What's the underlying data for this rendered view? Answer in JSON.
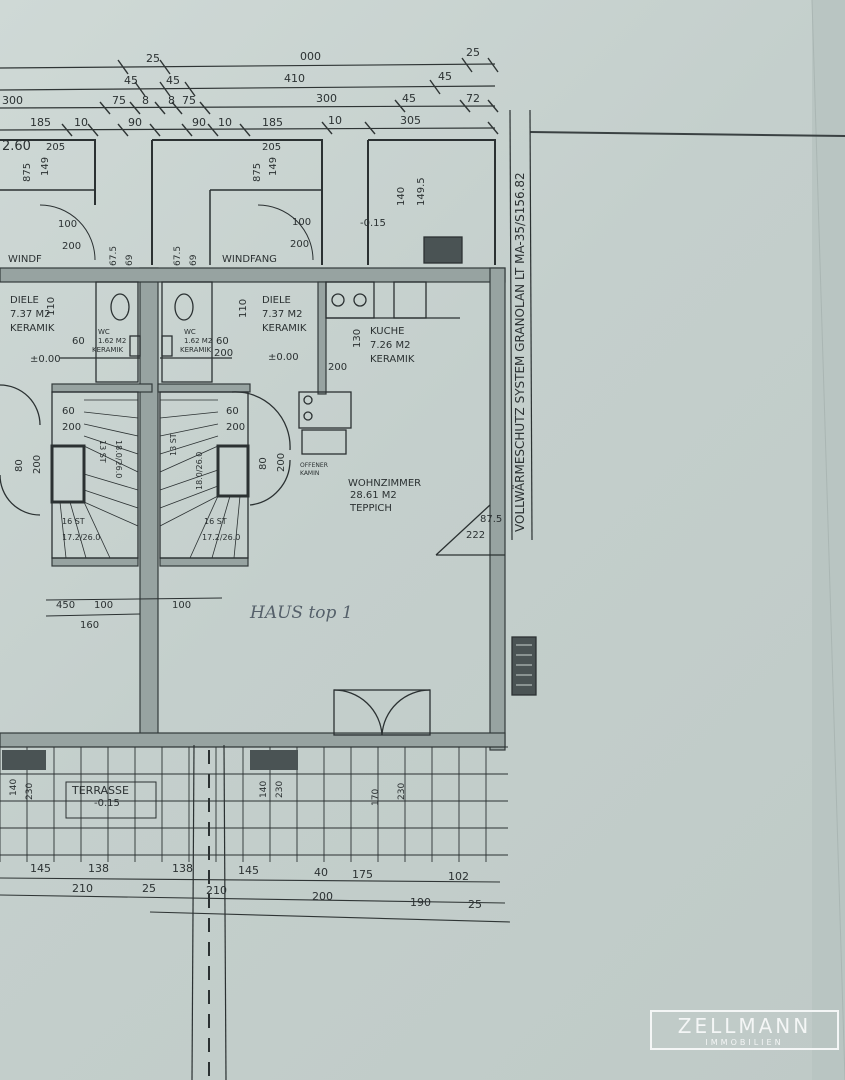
{
  "plan": {
    "top_dims_row1": [
      "25",
      "000",
      "25"
    ],
    "top_dims_row2": [
      "45",
      "45",
      "410",
      "45"
    ],
    "top_dims_row3": [
      "300",
      "75",
      "8",
      "8",
      "75",
      "300",
      "45",
      "72"
    ],
    "top_dims_row4": [
      "185",
      "10",
      "90",
      "90",
      "10",
      "185",
      "10",
      "305"
    ],
    "left_unit": {
      "area": "2.60",
      "w": "205",
      "h1": "875",
      "h2": "149"
    },
    "right_unit": {
      "w": "205",
      "h1": "875",
      "h2": "149"
    },
    "small_dims": {
      "d100a": "100",
      "d200a": "200",
      "d100b": "100",
      "d200b": "200",
      "d140": "140",
      "d149": "149.5",
      "dm015": "-0.15",
      "d675a": "67.5",
      "d69a": "69",
      "d675b": "67.5",
      "d69b": "69"
    },
    "rooms": {
      "windfang_left": "WINDF",
      "windfang_right": "WINDFANG",
      "diele_left": {
        "name": "DIELE",
        "area": "7.37 M2",
        "floor": "KERAMIK"
      },
      "diele_right": {
        "name": "DIELE",
        "area": "7.37 M2",
        "floor": "KERAMIK"
      },
      "wc_left": {
        "name": "WC",
        "area": "1.62 M2",
        "floor": "KERAMIK"
      },
      "wc_right": {
        "name": "WC",
        "area": "1.62 M2",
        "floor": "KERAMIK"
      },
      "kueche": {
        "name": "KUCHE",
        "area": "7.26 M2",
        "floor": "KERAMIK"
      },
      "wohnzimmer": {
        "name": "WOHNZIMMER",
        "area": "28.61 M2",
        "floor": "TEPPICH"
      },
      "offener_kamin": [
        "OFFENER",
        "KAMIN"
      ],
      "terrasse": {
        "name": "TERRASSE",
        "level": "-0.15"
      }
    },
    "level_marks": [
      "±0.00",
      "±0.00"
    ],
    "stairs": {
      "left_upper": "13 ST",
      "left_upper_dim": "18.0/26.0",
      "left_lower": "16 ST",
      "left_lower_dim": "17.2/26.0",
      "right_upper": "13 ST",
      "right_upper_dim": "18.0/26.0",
      "right_lower": "16 ST",
      "right_lower_dim": "17.2/26.0"
    },
    "misc_dims": {
      "d60a": "60",
      "d60b": "60",
      "d60c": "60",
      "d60d": "60",
      "d200c": "200",
      "d200d": "200",
      "d200e": "200",
      "d110a": "110",
      "d110b": "110",
      "d130": "130",
      "d200k": "200",
      "d80a": "80",
      "d80b": "80",
      "d200f": "200",
      "d200g": "200",
      "d875": "87.5",
      "d222": "222"
    },
    "mid_dims": [
      "450",
      "100",
      "100",
      "160"
    ],
    "handwriting": "HAUS top 1",
    "terrace_dims": {
      "a140": "140",
      "a230": "230",
      "b140": "140",
      "b230": "230",
      "c170": "170",
      "c230": "230"
    },
    "bottom_dims_row1": [
      "145",
      "138",
      "138",
      "145",
      "40",
      "175",
      "102"
    ],
    "bottom_dims_row2": [
      "210",
      "25",
      "210",
      "200",
      "190",
      "25"
    ],
    "vertical_label": "VOLLWÄRMESCHUTZ SYSTEM GRANOLAN LT MA-35/S156.82"
  },
  "logo": {
    "name": "ZELLMANN",
    "sub": "IMMOBILIEN"
  }
}
